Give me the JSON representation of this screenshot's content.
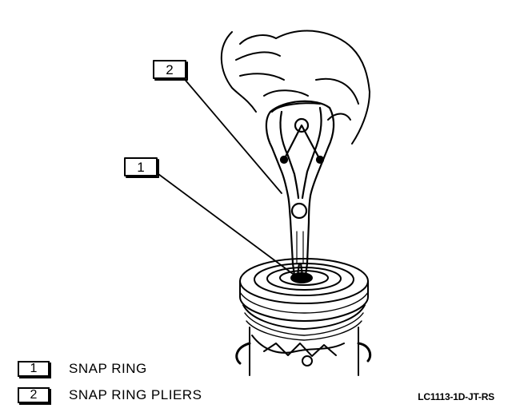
{
  "callouts": [
    {
      "number": "1",
      "label": "SNAP RING"
    },
    {
      "number": "2",
      "label": "SNAP RING PLIERS"
    }
  ],
  "figure_code": "LC1113-1D-JT-RS",
  "colors": {
    "ink": "#000000",
    "paper": "#ffffff"
  }
}
